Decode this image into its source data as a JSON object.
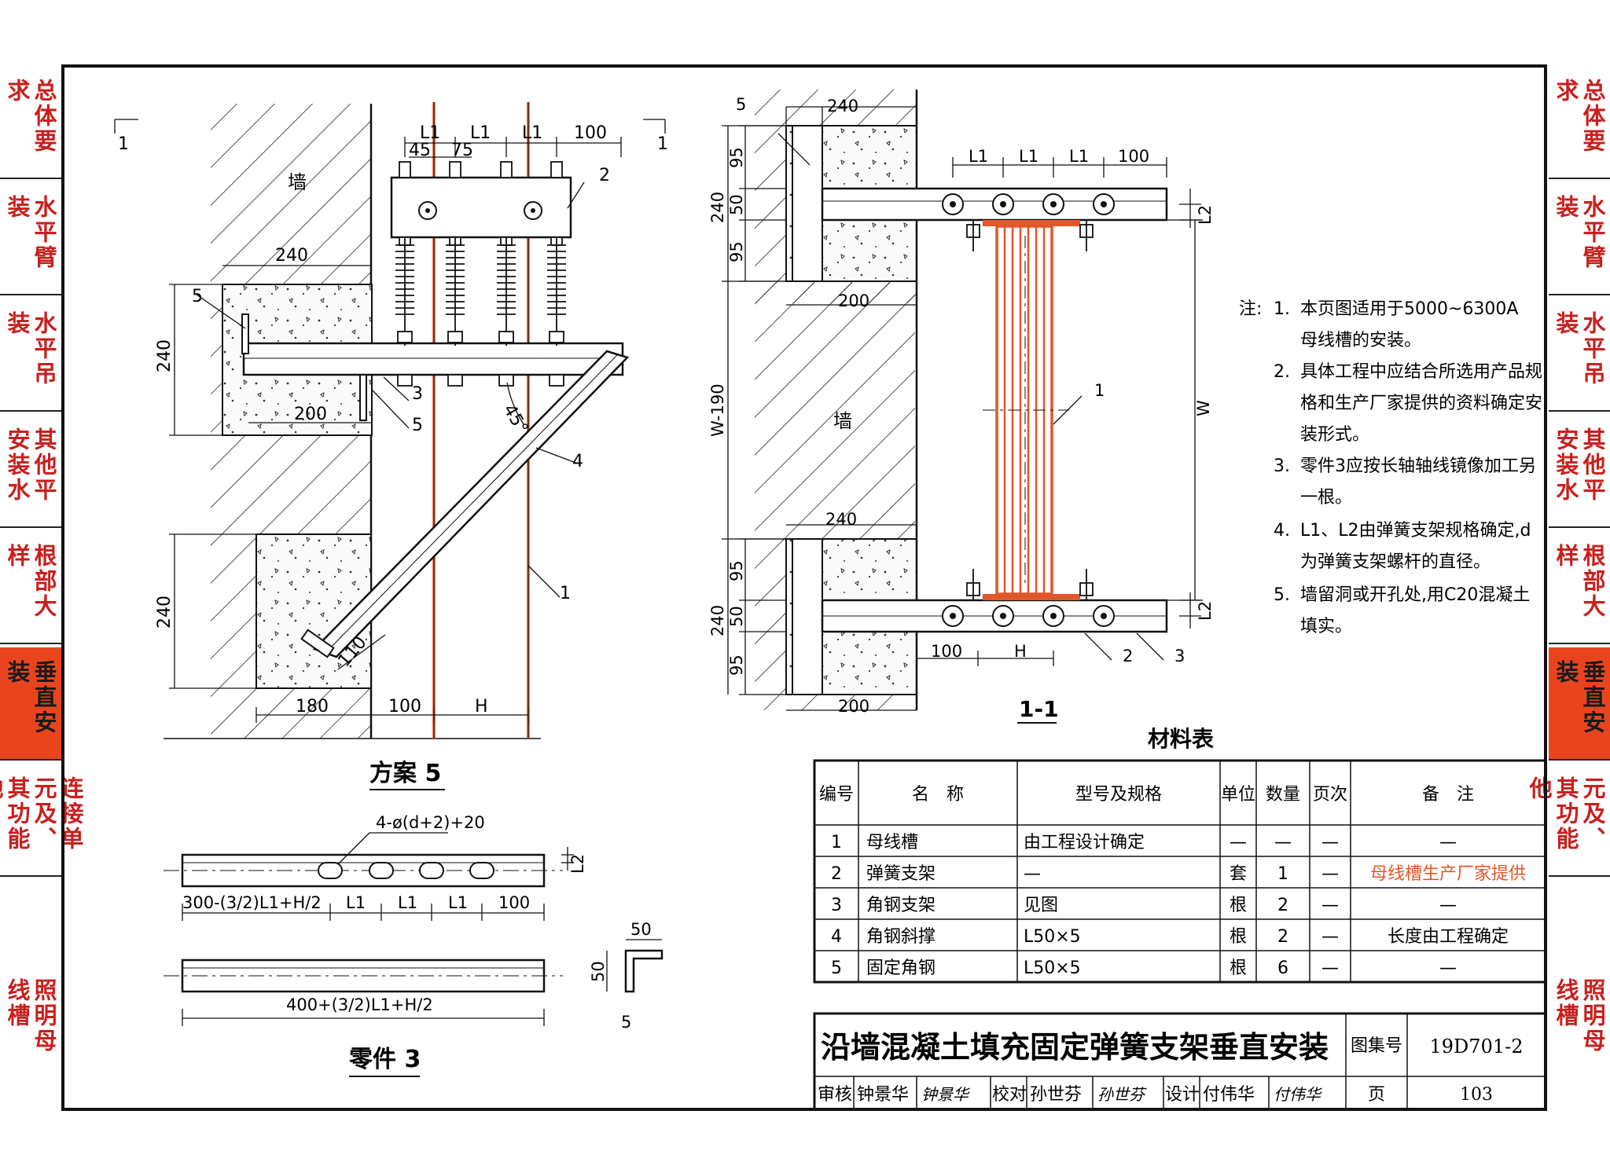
{
  "side_tabs_left": [
    "总体要求",
    "水平臂装",
    "水平吊装",
    "其他平安装水",
    "根部大样",
    "垂直安装",
    "连接单元及、其功能他",
    "照明母线槽"
  ],
  "side_tabs_right": [
    "总体要求",
    "水平臂装",
    "水平吊装",
    "其他平安装水",
    "根部大样",
    "垂直安装",
    "连接单元及、其功能他",
    "照明母线槽"
  ],
  "active_tab_index": 5,
  "drawing": {
    "section_mark": "1",
    "wall_label": "墙",
    "scheme_title": "方案 5",
    "part_title": "零件 3",
    "section_title": "1-1",
    "dims": {
      "d240": "240",
      "d200": "200",
      "d180": "180",
      "d100": "100",
      "H": "H",
      "L1": "L1",
      "L2": "L2",
      "d45": "45",
      "d75": "75",
      "d110": "110",
      "angle45": "45°",
      "d95": "95",
      "d50": "50",
      "W": "W",
      "W190": "W-190",
      "holes": "4-ø(d+2)+20",
      "part_len1": "300-(3/2)L1+H/2",
      "part_len2": "400+(3/2)L1+H/2",
      "d5": "5"
    },
    "callouts": [
      "1",
      "2",
      "3",
      "4",
      "5"
    ]
  },
  "notes": {
    "head": "注:",
    "items": [
      {
        "num": "1.",
        "lines": [
          "本页图适用于5000~6300A",
          "母线槽的安装。"
        ]
      },
      {
        "num": "2.",
        "lines": [
          "具体工程中应结合所选用产品规",
          "格和生产厂家提供的资料确定安",
          "装形式。"
        ]
      },
      {
        "num": "3.",
        "lines": [
          "零件3应按长轴轴线镜像加工另",
          "一根。"
        ]
      },
      {
        "num": "4.",
        "lines": [
          "L1、L2由弹簧支架规格确定,d",
          "为弹簧支架螺杆的直径。"
        ]
      },
      {
        "num": "5.",
        "lines": [
          "墙留洞或开孔处,用C20混凝土",
          "填实。"
        ]
      }
    ]
  },
  "materials": {
    "title": "材料表",
    "headers": [
      "编号",
      "名　称",
      "型号及规格",
      "单位",
      "数量",
      "页次",
      "备　注"
    ],
    "rows": [
      [
        "1",
        "母线槽",
        "由工程设计确定",
        "—",
        "—",
        "—",
        "—"
      ],
      [
        "2",
        "弹簧支架",
        "—",
        "套",
        "1",
        "—",
        "母线槽生产厂家提供"
      ],
      [
        "3",
        "角钢支架",
        "见图",
        "根",
        "2",
        "—",
        "—"
      ],
      [
        "4",
        "角钢斜撑",
        "L50×5",
        "根",
        "2",
        "—",
        "长度由工程确定"
      ],
      [
        "5",
        "固定角钢",
        "L50×5",
        "根",
        "6",
        "—",
        "—"
      ]
    ]
  },
  "title_block": {
    "title": "沿墙混凝土填充固定弹簧支架垂直安装",
    "atlas_label": "图集号",
    "atlas_no": "19D701-2",
    "review_label": "审核",
    "reviewer": "钟景华",
    "review_sign": "钟景华",
    "check_label": "校对",
    "checker": "孙世芬",
    "check_sign": "孙世芬",
    "design_label": "设计",
    "designer": "付伟华",
    "design_sign": "付伟华",
    "page_label": "页",
    "page_no": "103"
  },
  "colors": {
    "accent_red": "#c8201e",
    "active_tab": "#e8451f",
    "busbar": "#e2572a"
  }
}
